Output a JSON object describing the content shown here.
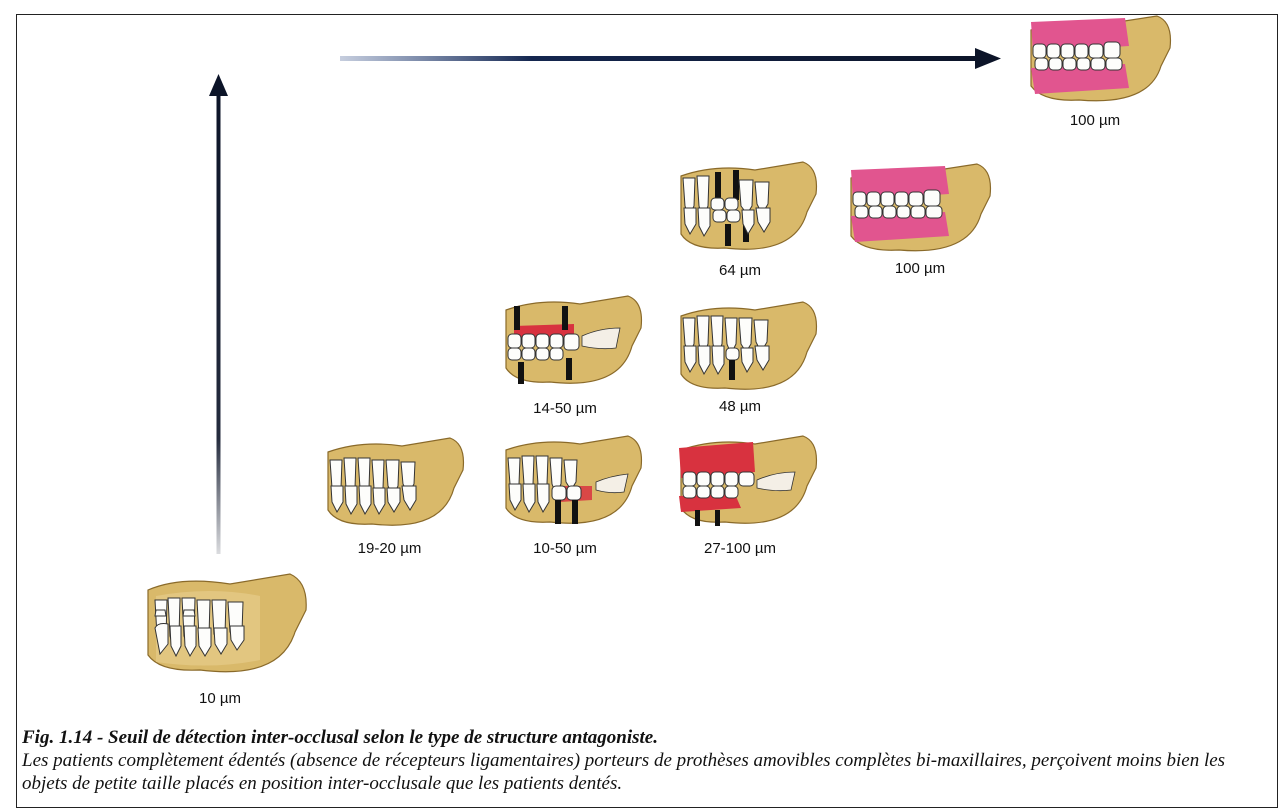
{
  "figures": [
    {
      "id": "fig-10",
      "label": "10 µm",
      "gum": "none",
      "implants": false
    },
    {
      "id": "fig-19-20",
      "label": "19-20 µm",
      "gum": "none",
      "implants": false
    },
    {
      "id": "fig-10-50",
      "label": "10-50 µm",
      "gum": "partial",
      "implants": true
    },
    {
      "id": "fig-27-100",
      "label": "27-100 µm",
      "gum": "red",
      "implants": true
    },
    {
      "id": "fig-14-50",
      "label": "14-50 µm",
      "gum": "partial",
      "implants": true
    },
    {
      "id": "fig-48",
      "label": "48 µm",
      "gum": "none",
      "implants": true
    },
    {
      "id": "fig-64",
      "label": "64 µm",
      "gum": "none",
      "implants": true
    },
    {
      "id": "fig-100-mid",
      "label": "100 µm",
      "gum": "pink",
      "implants": false
    },
    {
      "id": "fig-100-top",
      "label": "100 µm",
      "gum": "pink",
      "implants": false
    }
  ],
  "caption": {
    "title": "Fig. 1.14 - Seuil de détection inter-occlusal selon le type de structure antagoniste.",
    "body": "Les patients complètement édentés (absence de récepteurs ligamentaires) porteurs de prothèses amovibles complètes bi-maxillaires, perçoivent moins bien les objets de petite taille placés en position inter-occlusale que les patients dentés."
  },
  "colors": {
    "bone": "#d9b96a",
    "gum_red": "#d8323f",
    "gum_pink": "#e1558f",
    "arrow": "#0c1428"
  }
}
